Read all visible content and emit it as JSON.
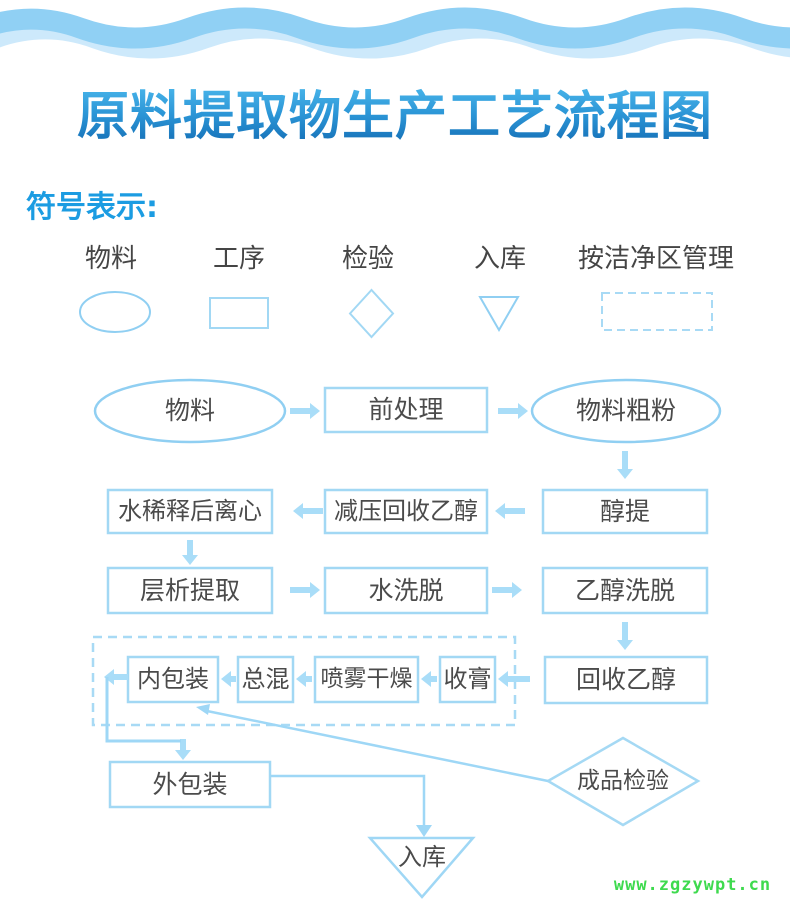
{
  "title": "原料提取物生产工艺流程图",
  "legend": {
    "heading": "符号表示:",
    "items": [
      {
        "label": "物料",
        "shape": "ellipse"
      },
      {
        "label": "工序",
        "shape": "rect"
      },
      {
        "label": "检验",
        "shape": "diamond"
      },
      {
        "label": "入库",
        "shape": "triangle-down"
      },
      {
        "label": "按洁净区管理",
        "shape": "dashed-rect"
      }
    ]
  },
  "flowchart": {
    "nodes": {
      "materials": "物料",
      "pretreatment": "前处理",
      "coarse_powder": "物料粗粉",
      "alcohol_extraction": "醇提",
      "vacuum_ethanol_recovery": "减压回收乙醇",
      "water_dilution_centrifuge": "水稀释后离心",
      "chromatography_extraction": "层析提取",
      "water_elution": "水洗脱",
      "ethanol_elution": "乙醇洗脱",
      "ethanol_recovery": "回收乙醇",
      "paste_collection": "收膏",
      "spray_drying": "喷雾干燥",
      "total_mixing": "总混",
      "inner_packaging": "内包装",
      "outer_packaging": "外包装",
      "finished_product_inspection": "成品检验",
      "warehousing": "入库"
    }
  },
  "watermark": "www.zgzywpt.cn",
  "colors": {
    "wave_dark": "#90d0f4",
    "wave_light": "#cde9fb",
    "shape_stroke": "#a2d8f4",
    "ellipse_stroke": "#90cff2",
    "arrow": "#a9ddf8",
    "connector": "#9ed7f6",
    "node_text": "#4b4b4b",
    "title_top": "#49b5ea",
    "title_bottom": "#1168b0",
    "legend_heading_blue": "#1b9ce2",
    "watermark_green": "#3eda4e"
  }
}
